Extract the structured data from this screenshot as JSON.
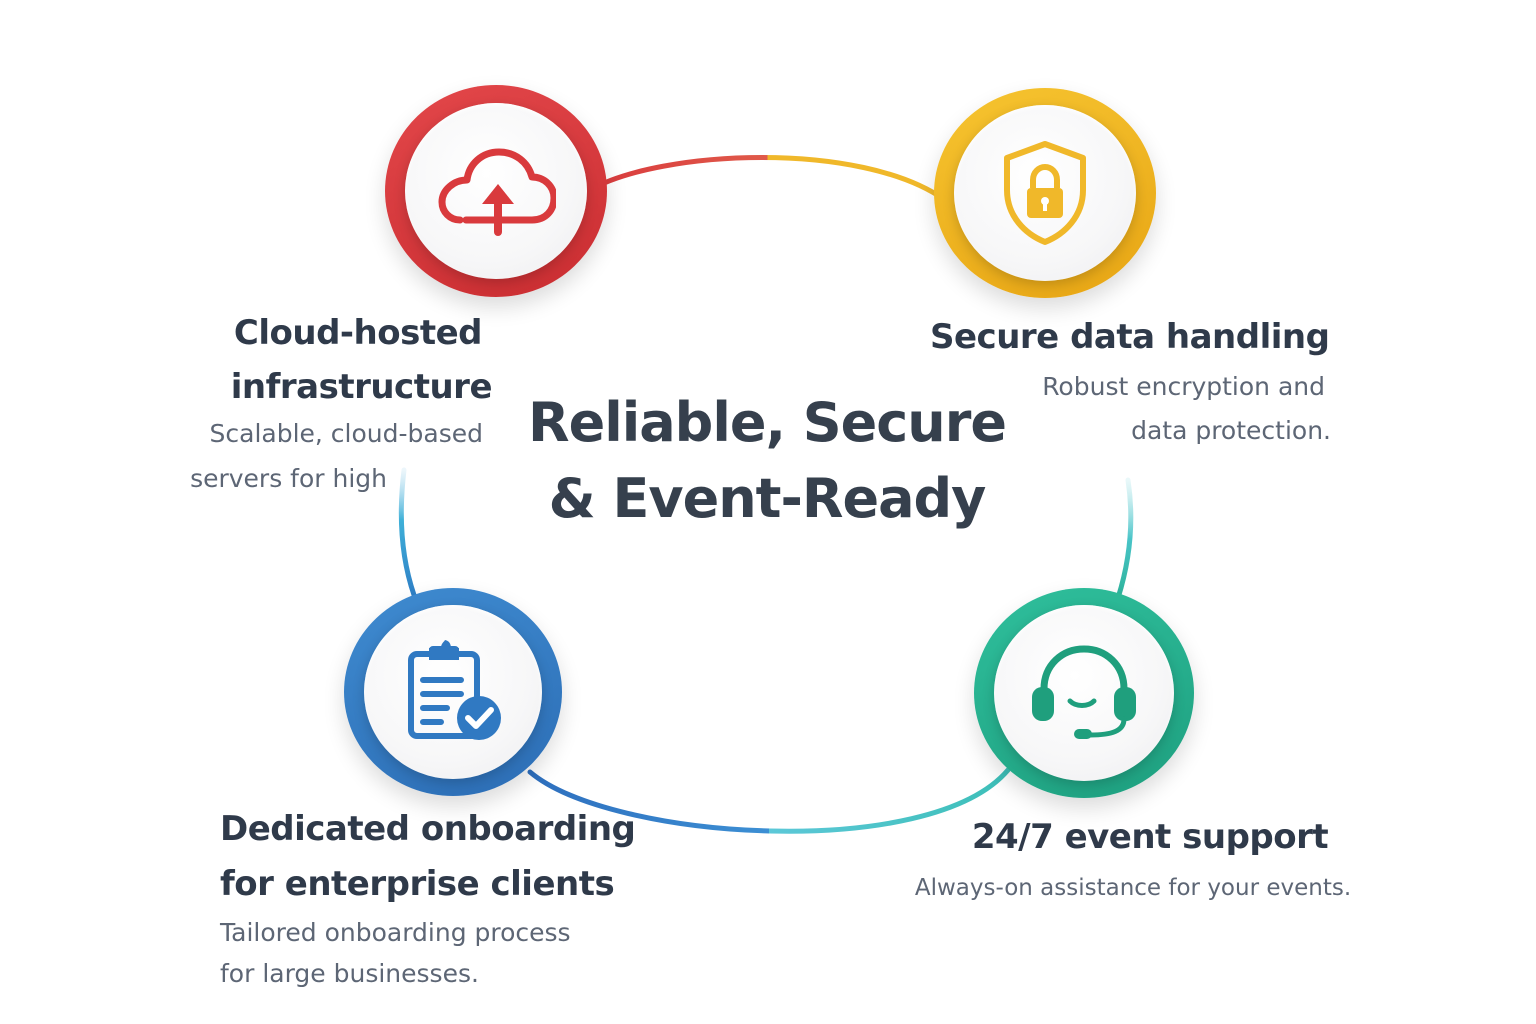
{
  "heading": {
    "line1": "Reliable, Secure",
    "line2": "& Event-Ready"
  },
  "features": {
    "cloud": {
      "title_line1": "Cloud-hosted",
      "title_line2": "infrastructure",
      "desc_line1": "Scalable, cloud-based",
      "desc_line2": "servers for high",
      "icon": "cloud-upload-icon",
      "color": "#d93a3d"
    },
    "secure": {
      "title": "Secure data handling",
      "desc_line1": "Robust encryption and",
      "desc_line2": "data protection.",
      "icon": "shield-lock-icon",
      "color": "#f0b82a"
    },
    "onboarding": {
      "title_line1": "Dedicated onboarding",
      "title_line2": "for enterprise clients",
      "desc_line1": "Tailored onboarding process",
      "desc_line2": "for large businesses.",
      "icon": "clipboard-check-icon",
      "color": "#3079c2"
    },
    "support": {
      "title": "24/7 event support",
      "desc": "Always-on assistance for your events.",
      "icon": "headset-icon",
      "color": "#25ad8a"
    }
  },
  "ring_colors": {
    "top_left": "#d93a3d",
    "top_right": "#f0b82a",
    "left": "#3b9fd6",
    "right": "#3cc0c0",
    "bottom_left": "#3079c2",
    "bottom_right": "#45c3cf"
  }
}
